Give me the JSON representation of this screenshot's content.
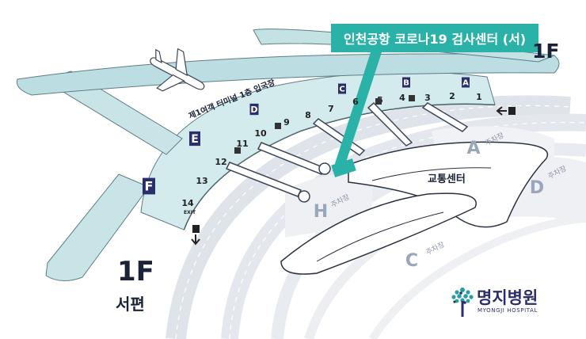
{
  "callout": {
    "label": "인천공항 코로나19 검사센터 (서)",
    "color": "#2ab2a8"
  },
  "floor": {
    "top_label": "1F",
    "bottom_label": "1F",
    "side_label": "서편"
  },
  "terminal": {
    "name": "제1여객 터미널 1층 입국장",
    "color": "#d3ebec",
    "outline": "#5d7e86"
  },
  "wing_markers": [
    "A",
    "B",
    "C",
    "D",
    "E",
    "F"
  ],
  "gates": [
    "1",
    "2",
    "3",
    "4",
    "5",
    "6",
    "7",
    "8",
    "9",
    "10",
    "11",
    "12",
    "13",
    "14"
  ],
  "exit_label": "EXIT",
  "transport_center": "교통센터",
  "parking": [
    {
      "letter": "A",
      "label": "주차장"
    },
    {
      "letter": "D",
      "label": "주차장"
    },
    {
      "letter": "H",
      "label": "주차장"
    },
    {
      "letter": "C",
      "label": "주차장"
    }
  ],
  "logo": {
    "name": "명지병원",
    "subtitle": "MYONGJI HOSPITAL",
    "color": "#2a2f6b"
  },
  "icons": [
    "airplane-icon",
    "arrow-right-icon",
    "arrow-down-icon",
    "tree-logo-icon",
    "bus-stop-icon"
  ]
}
